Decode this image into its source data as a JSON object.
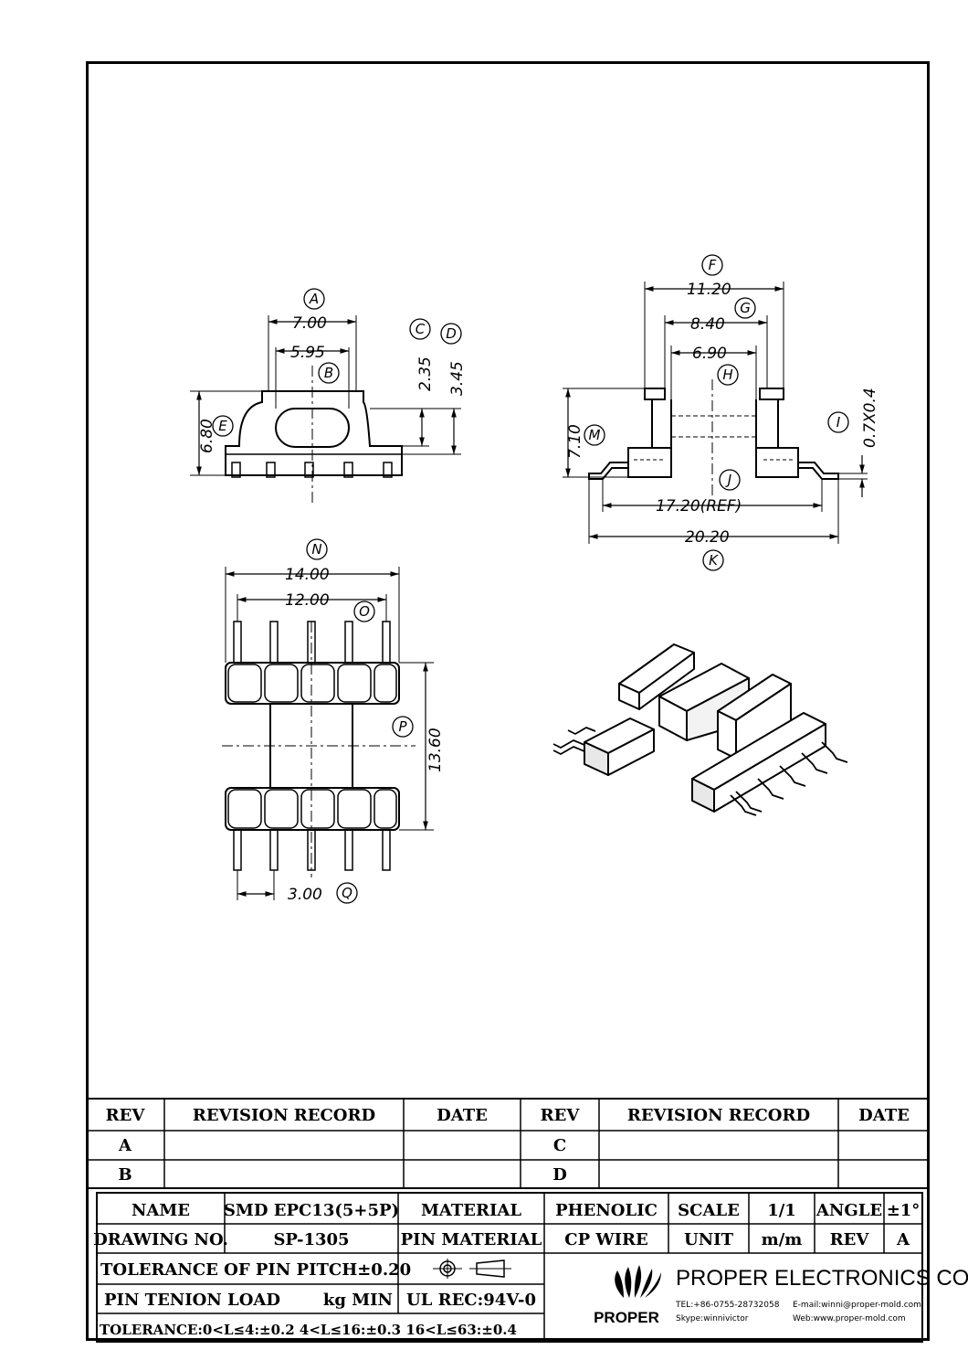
{
  "dimensions": {
    "front": {
      "A": "7.00",
      "B": "5.95",
      "C": "2.35",
      "D": "3.45",
      "E": "6.80"
    },
    "side": {
      "F": "11.20",
      "G": "8.40",
      "H": "6.90",
      "I": "0.7X0.4",
      "J": "17.20(REF)",
      "K": "20.20",
      "M": "7.10"
    },
    "bottom": {
      "N": "14.00",
      "O": "12.00",
      "P": "13.60",
      "Q": "3.00"
    }
  },
  "callouts": {
    "A": "A",
    "B": "B",
    "C": "C",
    "D": "D",
    "E": "E",
    "F": "F",
    "G": "G",
    "H": "H",
    "I": "I",
    "J": "J",
    "K": "K",
    "M": "M",
    "N": "N",
    "O": "O",
    "P": "P",
    "Q": "Q"
  },
  "revision_table": {
    "headers": {
      "rev": "REV",
      "record": "REVISION RECORD",
      "date": "DATE"
    },
    "rows": [
      "A",
      "B",
      "C",
      "D"
    ]
  },
  "title_block": {
    "name_label": "NAME",
    "name_value": "SMD EPC13(5+5P)",
    "material_label": "MATERIAL",
    "material_value": "PHENOLIC",
    "scale_label": "SCALE",
    "scale_value": "1/1",
    "angle_label": "ANGLE",
    "angle_value": "±1°",
    "drawing_no_label": "DRAWING NO.",
    "drawing_no_value": "SP-1305",
    "pin_material_label": "PIN MATERIAL",
    "pin_material_value": "CP WIRE",
    "unit_label": "UNIT",
    "unit_value": "m/m",
    "rev_label": "REV",
    "rev_value": "A",
    "pitch_tolerance": "TOLERANCE OF PIN PITCH±0.20",
    "pin_load": "PIN TENION LOAD",
    "pin_load_unit": "kg MIN",
    "ul": "UL REC:94V-0",
    "tolerance": "TOLERANCE:0<L≤4:±0.2  4<L≤16:±0.3  16<L≤63:±0.4",
    "company": "PROPER ELECTRONICS CO.,LTD",
    "tel": "TEL:+86-0755-28732058",
    "email": "E-mail:winni@proper-mold.com",
    "skype": "Skype:winnivictor",
    "web": "Web:www.proper-mold.com",
    "logo_text": "PROPER"
  }
}
